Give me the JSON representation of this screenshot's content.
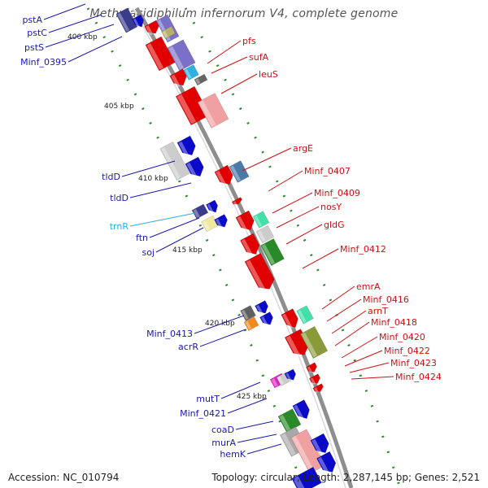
{
  "title": "Methylacidiphilum infernorum V4, complete genome",
  "footer": {
    "accession": "Accession: NC_010794",
    "summary": "Topology: circular; Length: 2,287,145 bp; Genes: 2,521"
  },
  "colors": {
    "backbone": "#8e8e8e",
    "ruler_tick": "#2e8a2e",
    "left_label": "#1a1aaa",
    "right_label": "#cc1111",
    "rna_label": "#33aadd"
  },
  "scale_labels": [
    "400 kbp",
    "405 kbp",
    "410 kbp",
    "415 kbp",
    "420 kbp",
    "425 kbp"
  ],
  "left_labels": [
    "pstA",
    "pstC",
    "pstS",
    "Minf_0395",
    "tldD",
    "tldD",
    "trnR",
    "ftn",
    "soj",
    "Minf_0413",
    "acrR",
    "mutT",
    "Minf_0421",
    "coaD",
    "murA",
    "hemK"
  ],
  "right_labels": [
    "pfs",
    "sufA",
    "leuS",
    "argE",
    "Minf_0407",
    "Minf_0409",
    "nosY",
    "gldG",
    "Minf_0412",
    "emrA",
    "Minf_0416",
    "arnT",
    "Minf_0418",
    "Minf_0420",
    "Minf_0422",
    "Minf_0423",
    "Minf_0424"
  ]
}
